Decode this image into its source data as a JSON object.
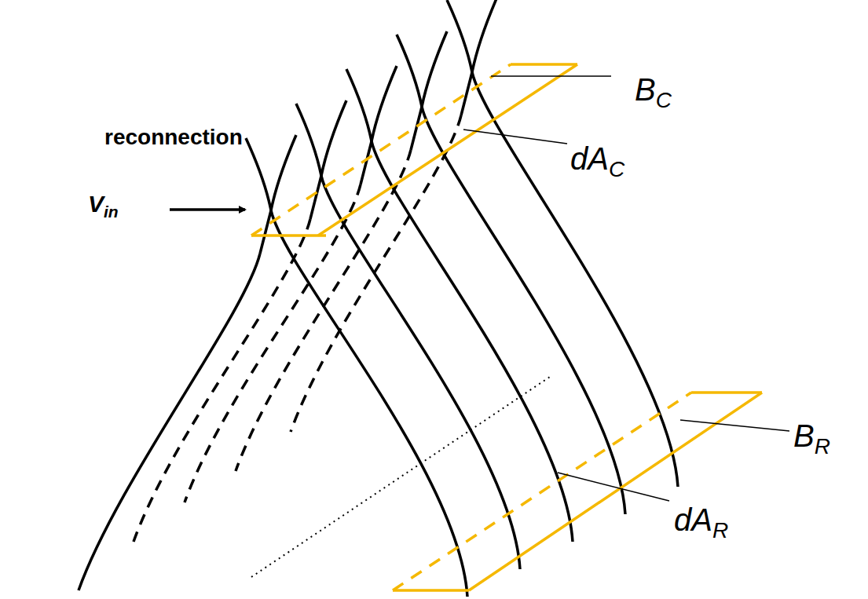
{
  "diagram": {
    "labels": [
      "reconnection",
      "V",
      "in",
      "B",
      "C",
      "dA",
      "C",
      "B",
      "R",
      "dA",
      "R"
    ]
  }
}
